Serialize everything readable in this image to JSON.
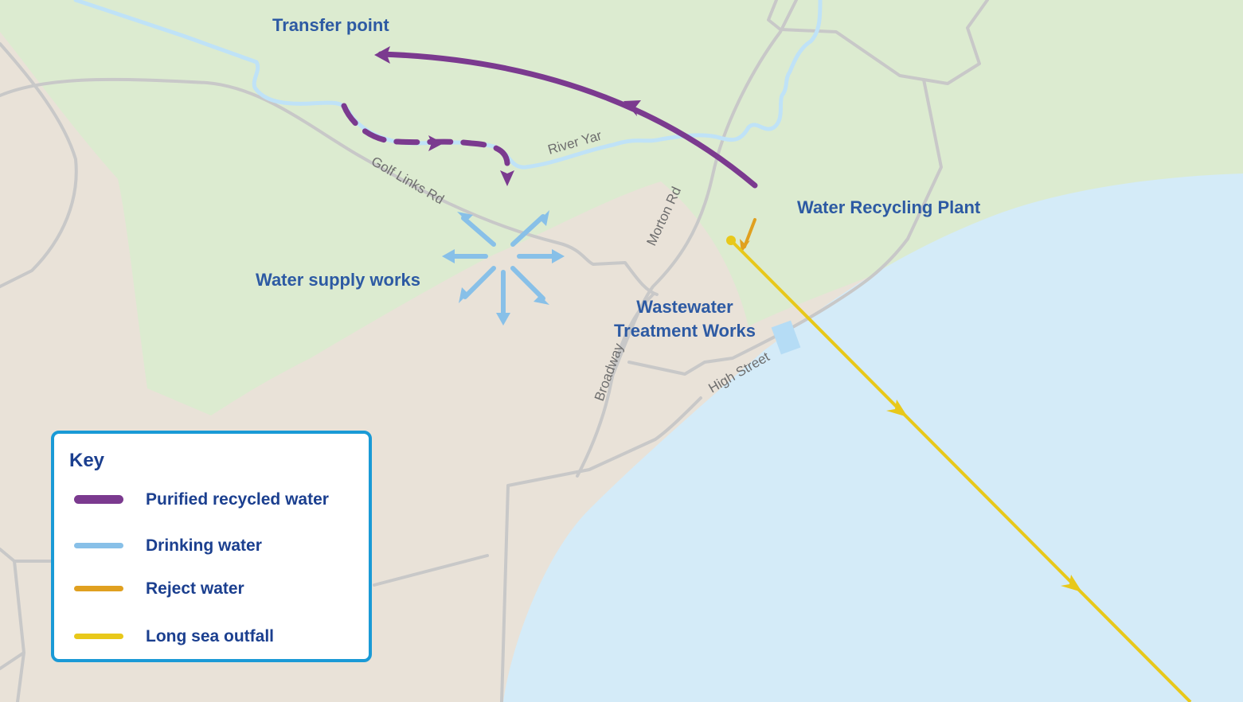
{
  "map": {
    "places": {
      "transfer_point": "Transfer point",
      "water_recycling_plant": "Water Recycling Plant",
      "water_supply_works": "Water supply works",
      "wastewater_line1": "Wastewater",
      "wastewater_line2": "Treatment Works"
    },
    "roads": {
      "golf_links_rd": "Golf Links Rd",
      "river_yar": "River Yar",
      "morton_rd": "Morton Rd",
      "broadway": "Broadway",
      "high_street": "High Street"
    }
  },
  "key": {
    "title": "Key",
    "items": [
      {
        "label": "Purified recycled water",
        "color": "#7b3a8f",
        "style": "thick"
      },
      {
        "label": "Drinking water",
        "color": "#88c0e8",
        "style": "line"
      },
      {
        "label": "Reject water",
        "color": "#e0a020",
        "style": "line"
      },
      {
        "label": "Long sea outfall",
        "color": "#e8c81a",
        "style": "line"
      }
    ]
  },
  "colors": {
    "land": "#e9e2d8",
    "green_area": "#dcebd0",
    "sea": "#d4ebf8",
    "roads": "#c8c8c8",
    "river": "#bfe2f7",
    "label_blue": "#2d5aa3",
    "key_border": "#1a9ad6"
  }
}
